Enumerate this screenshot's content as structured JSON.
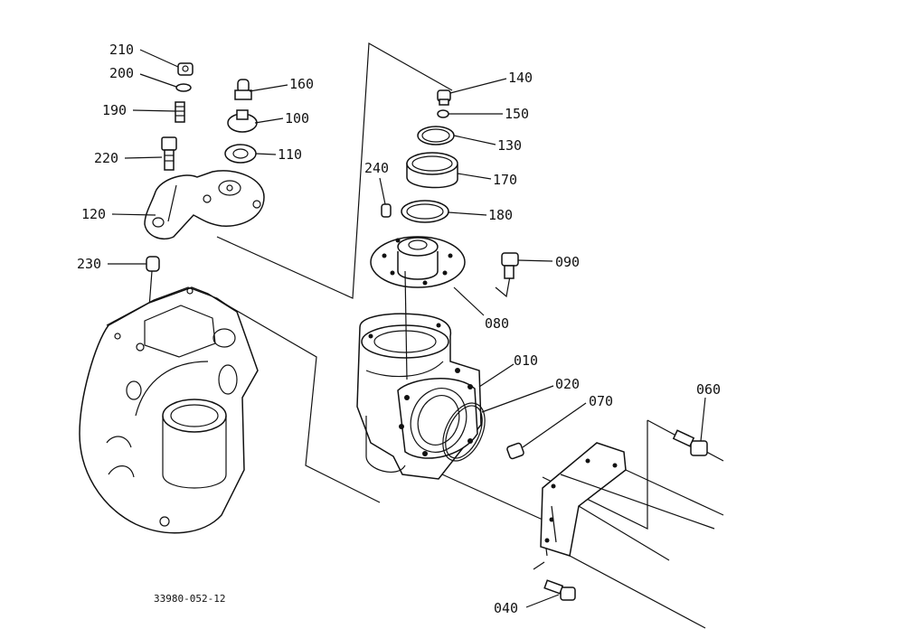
{
  "diagram": {
    "reference_code": "33980-052-12",
    "callouts": {
      "210": "210",
      "200": "200",
      "190": "190",
      "220": "220",
      "120": "120",
      "230": "230",
      "160": "160",
      "100": "100",
      "110": "110",
      "140": "140",
      "150": "150",
      "130": "130",
      "240": "240",
      "170": "170",
      "180": "180",
      "090": "090",
      "080": "080",
      "010": "010",
      "020": "020",
      "070": "070",
      "060": "060",
      "040": "040"
    }
  }
}
